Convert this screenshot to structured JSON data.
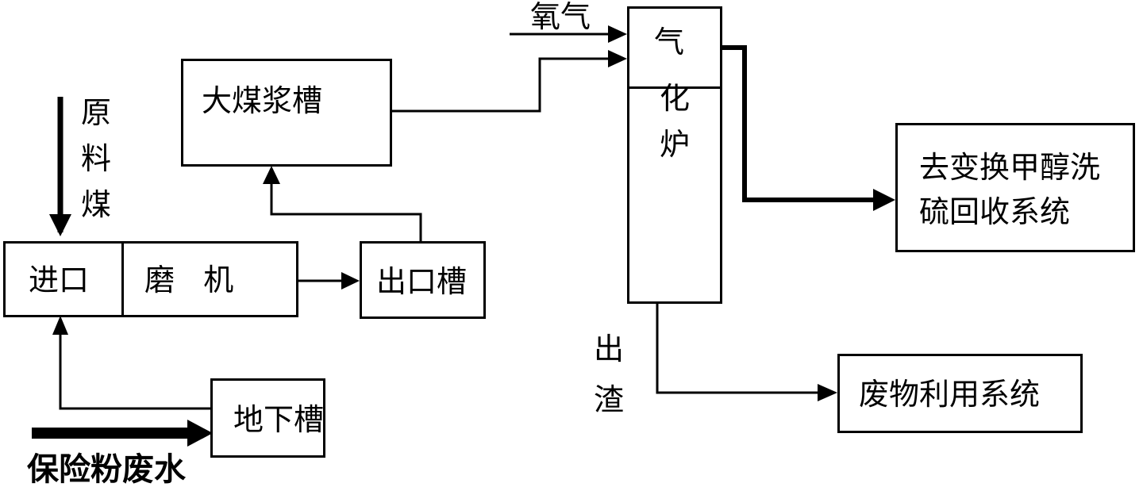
{
  "nodes": {
    "coal_raw": "原料煤",
    "inlet": "进口",
    "mill": "磨   机",
    "outlet_tank": "出口槽",
    "big_slurry_tank": "大煤浆槽",
    "underground_tank": "地下槽",
    "wastewater": "保险粉废水",
    "oxygen": "氧气",
    "gasifier_top": "气",
    "gasifier_body": "化炉",
    "slag": "出渣",
    "downstream": "去变换甲醇洗",
    "downstream_2": "硫回收系统",
    "waste_util": "废物利用系统"
  },
  "edges": [
    {
      "from": "coal_raw",
      "to": "inlet"
    },
    {
      "from": "underground_tank",
      "to": "inlet"
    },
    {
      "from": "wastewater",
      "to": "underground_tank"
    },
    {
      "from": "mill",
      "to": "outlet_tank"
    },
    {
      "from": "outlet_tank",
      "to": "big_slurry_tank"
    },
    {
      "from": "big_slurry_tank",
      "to": "gasifier_top"
    },
    {
      "from": "oxygen",
      "to": "gasifier_top"
    },
    {
      "from": "gasifier_top",
      "to": "downstream"
    },
    {
      "from": "gasifier_body",
      "to": "waste_util",
      "label": "slag"
    }
  ]
}
